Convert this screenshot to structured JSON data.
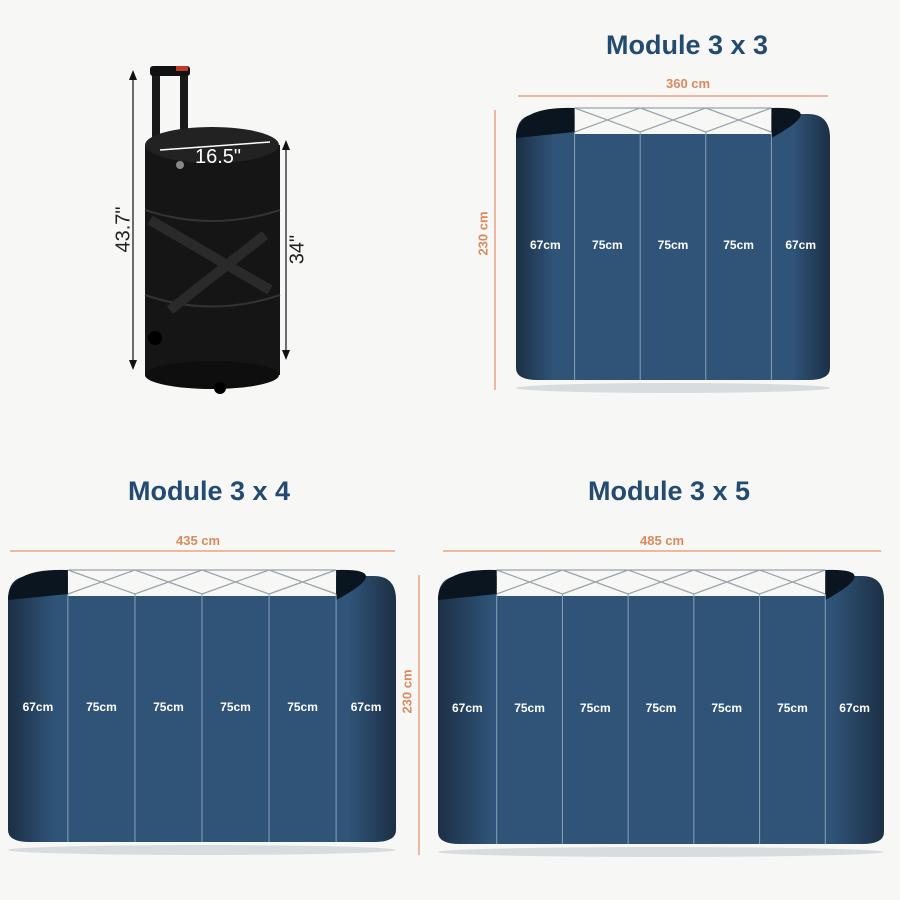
{
  "case": {
    "diameter_label": "16.5\"",
    "height_label": "43.7\"",
    "body_height_label": "34\""
  },
  "modules": [
    {
      "id": "m33",
      "title": "Module 3 x 3",
      "width_label": "360 cm",
      "height_label": "230 cm",
      "panels": [
        "67cm",
        "75cm",
        "75cm",
        "75cm",
        "67cm"
      ]
    },
    {
      "id": "m34",
      "title": "Module 3 x 4",
      "width_label": "435 cm",
      "height_label": "",
      "panels": [
        "67cm",
        "75cm",
        "75cm",
        "75cm",
        "75cm",
        "67cm"
      ]
    },
    {
      "id": "m35",
      "title": "Module 3 x 5",
      "width_label": "485 cm",
      "height_label": "230 cm",
      "panels": [
        "67cm",
        "75cm",
        "75cm",
        "75cm",
        "75cm",
        "75cm",
        "67cm"
      ]
    }
  ],
  "colors": {
    "panel": "#2f5478",
    "panel_dark": "#1c2f45",
    "title": "#234b72",
    "dimension": "#d98a5f"
  }
}
